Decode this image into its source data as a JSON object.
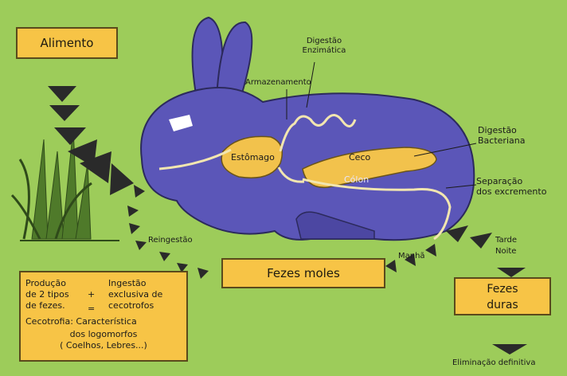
{
  "boxes": {
    "alimento": "Alimento",
    "fezes_moles": "Fezes moles",
    "fezes_duras_l1": "Fezes",
    "fezes_duras_l2": "duras"
  },
  "labels": {
    "digestao_enzimatica_l1": "Digestão",
    "digestao_enzimatica_l2": "Enzimática",
    "armazenamento": "Armazenamento",
    "estomago": "Estômago",
    "ceco": "Ceco",
    "colon": "Cólon",
    "digestao_bacteriana_l1": "Digestão",
    "digestao_bacteriana_l2": "Bacteriana",
    "separacao_l1": "Separação",
    "separacao_l2": "dos excremento",
    "reingestao": "Reingestão",
    "manha": "Manhã",
    "tarde": "Tarde",
    "noite": "Noite",
    "eliminacao": "Eliminação definitiva"
  },
  "info_box": {
    "producao_l1": "Produção",
    "producao_l2": "de 2 tipos",
    "producao_l3": "de fezes.",
    "plus": "+",
    "equals": "=",
    "ingestao_l1": "Ingestão",
    "ingestao_l2": "exclusiva de",
    "ingestao_l3": "cecotrofos",
    "cecotrofia_l1": "Cecotrofia: Característica",
    "cecotrofia_l2": "dos logomorfos",
    "cecotrofia_l3": "( Coelhos, Lebres...)"
  },
  "colors": {
    "background": "#9dcc5a",
    "rabbit": "#5b56b8",
    "organ": "#f2c24c",
    "box": "#f7c446",
    "arrow": "#2a2a2a"
  }
}
